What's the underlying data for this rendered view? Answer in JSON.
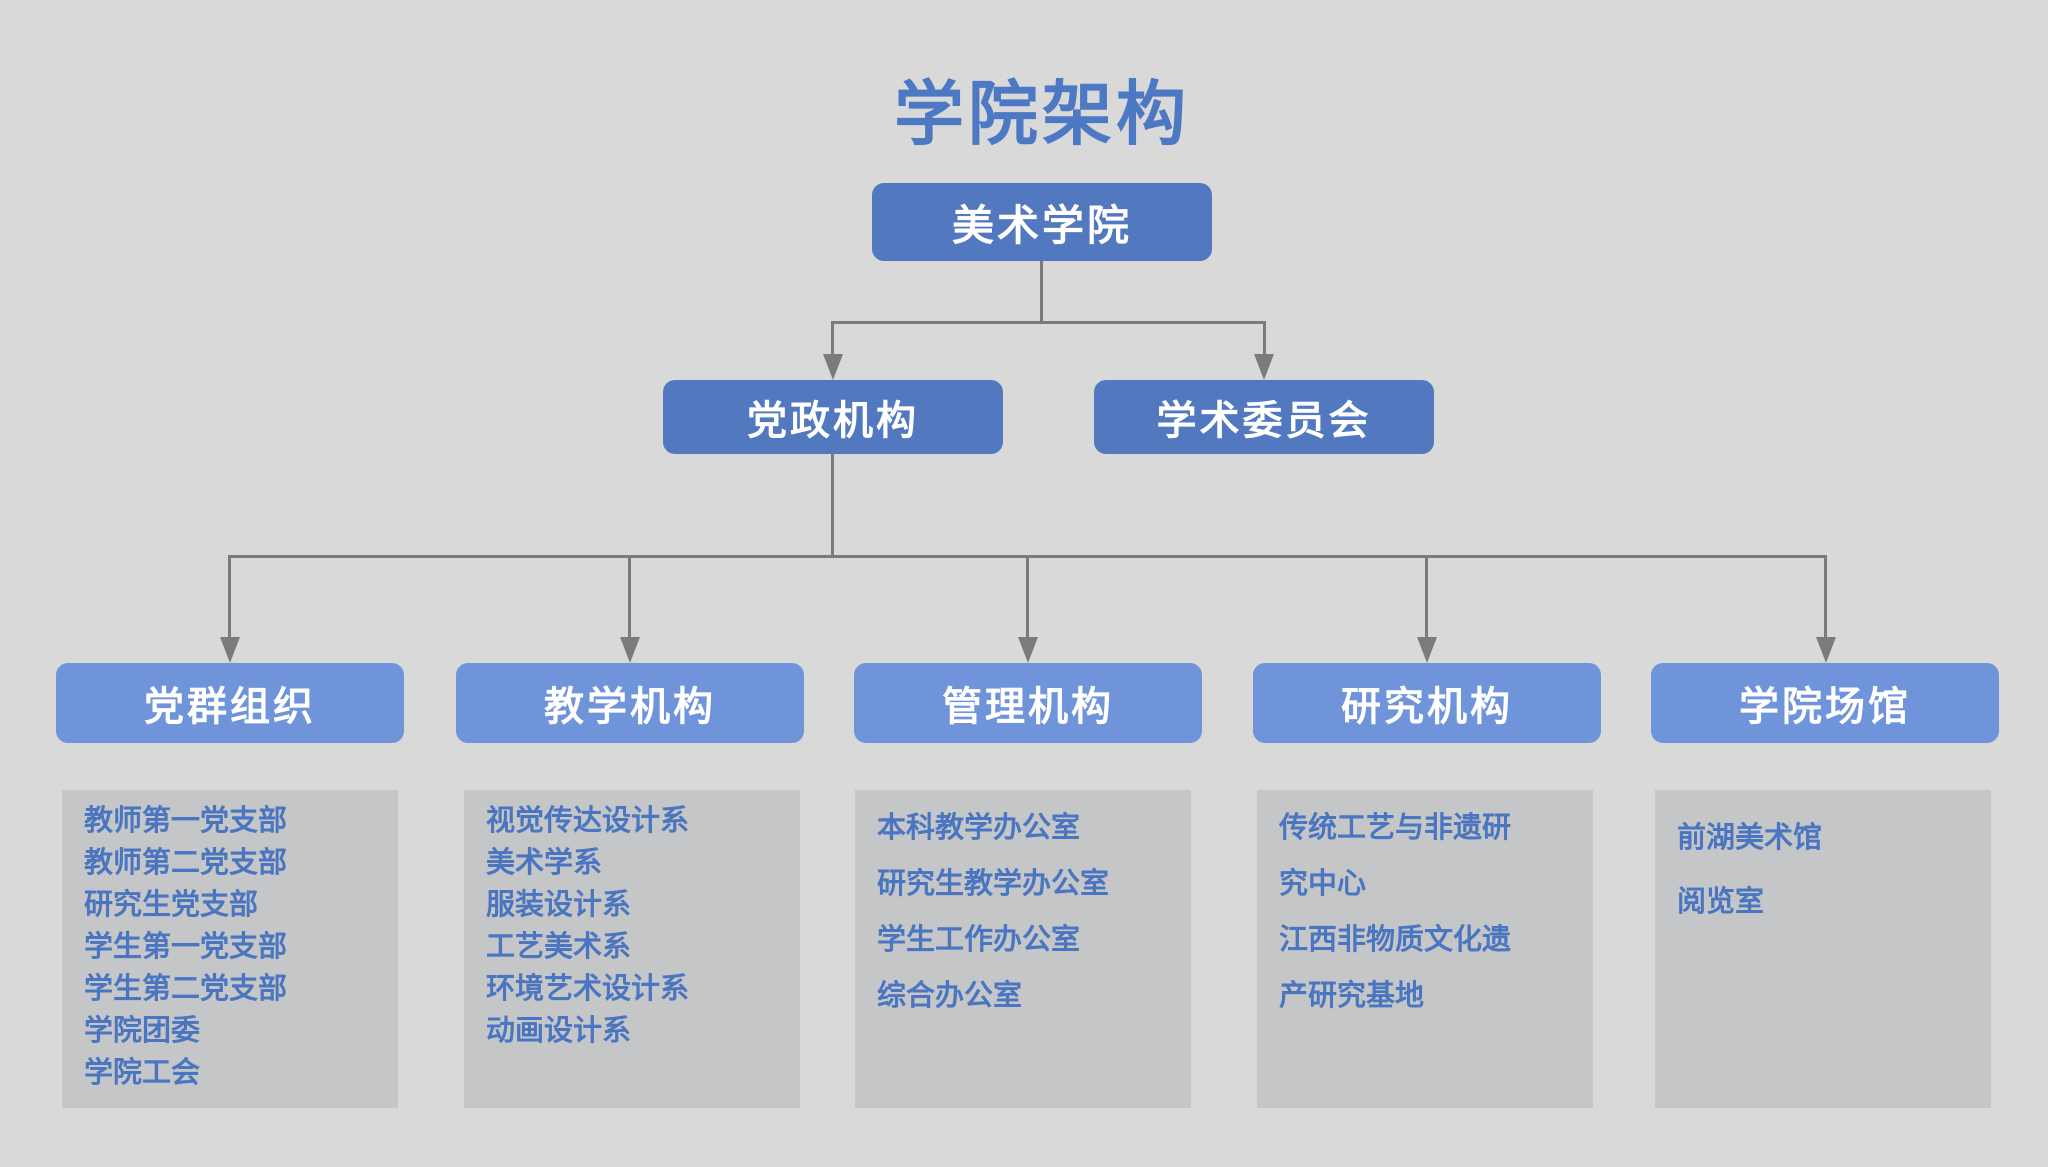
{
  "title": "学院架构",
  "root": {
    "label": "美术学院"
  },
  "level2": [
    {
      "label": "党政机构"
    },
    {
      "label": "学术委员会"
    }
  ],
  "branches": [
    {
      "label": "党群组织",
      "items": [
        "教师第一党支部",
        "教师第二党支部",
        "研究生党支部",
        "学生第一党支部",
        "学生第二党支部",
        "学院团委",
        "学院工会"
      ]
    },
    {
      "label": "教学机构",
      "items": [
        "视觉传达设计系",
        "美术学系",
        "服装设计系",
        "工艺美术系",
        "环境艺术设计系",
        "动画设计系"
      ]
    },
    {
      "label": "管理机构",
      "items": [
        "本科教学办公室",
        "研究生教学办公室",
        "学生工作办公室",
        "综合办公室"
      ]
    },
    {
      "label": "研究机构",
      "items": [
        "传统工艺与非遗研",
        "究中心",
        "江西非物质文化遗",
        "产研究基地"
      ]
    },
    {
      "label": "学院场馆",
      "items": [
        "前湖美术馆",
        "阅览室"
      ]
    }
  ],
  "colors": {
    "page_background": "#d9d9d9",
    "panel_background": "#c5c6c7",
    "node_primary_blue": "#5278bf",
    "node_secondary_blue": "#6f94da",
    "text_blue": "#4a75c0",
    "connector_gray": "#7b7b7b",
    "node_text": "#ffffff"
  }
}
